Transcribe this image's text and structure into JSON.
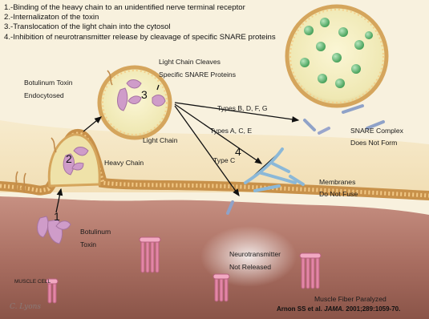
{
  "steps": [
    "1.-Binding of the heavy chain to an unidentified nerve terminal receptor",
    "2.-Internalizaton of the toxin",
    "3.-Translocation of the light chain into the cytosol",
    "4.-Inhibition of neurotransmitter release by cleavage of specific  SNARE proteins"
  ],
  "labels": {
    "toxin_endocytosed_1": "Botulinum Toxin",
    "toxin_endocytosed_2": "Endocytosed",
    "light_chain_cleaves_1": "Light Chain Cleaves",
    "light_chain_cleaves_2": "Specific SNARE Proteins",
    "types_bdfg": "Types B, D, F, G",
    "types_ace": "Types A, C, E",
    "type_c": "Type C",
    "light_chain": "Light Chain",
    "heavy_chain": "Heavy Chain",
    "snare_1": "SNARE Complex",
    "snare_2": "Does Not Form",
    "membranes_1": "Membranes",
    "membranes_2": "Do Not Fuse",
    "botulinum_1": "Botulinum",
    "botulinum_2": "Toxin",
    "neuro_1": "Neurotransmitter",
    "neuro_2": "Not Released",
    "muscle_cell": "MUSCLE CELL",
    "muscle_fiber": "Muscle Fiber Paralyzed"
  },
  "numbers": {
    "n1": "1",
    "n2": "2",
    "n3": "3",
    "n4": "4"
  },
  "citation": {
    "authors": "Arnon SS et al.",
    "journal": "JAMA.",
    "ref": "2001;289:1059-70."
  },
  "signature": "C. Lyons",
  "colors": {
    "background": "#f7efdc",
    "cytoplasm": "#f0d9a4",
    "membrane": "#d8a65f",
    "muscle": "#b2776a",
    "toxin": "#cf9cc9",
    "vesicle_fill": "#f3f0bf",
    "snare_blue": "#8bb8d8",
    "vesicle_green": "#63b873",
    "receptor_pink": "#e386a6"
  }
}
